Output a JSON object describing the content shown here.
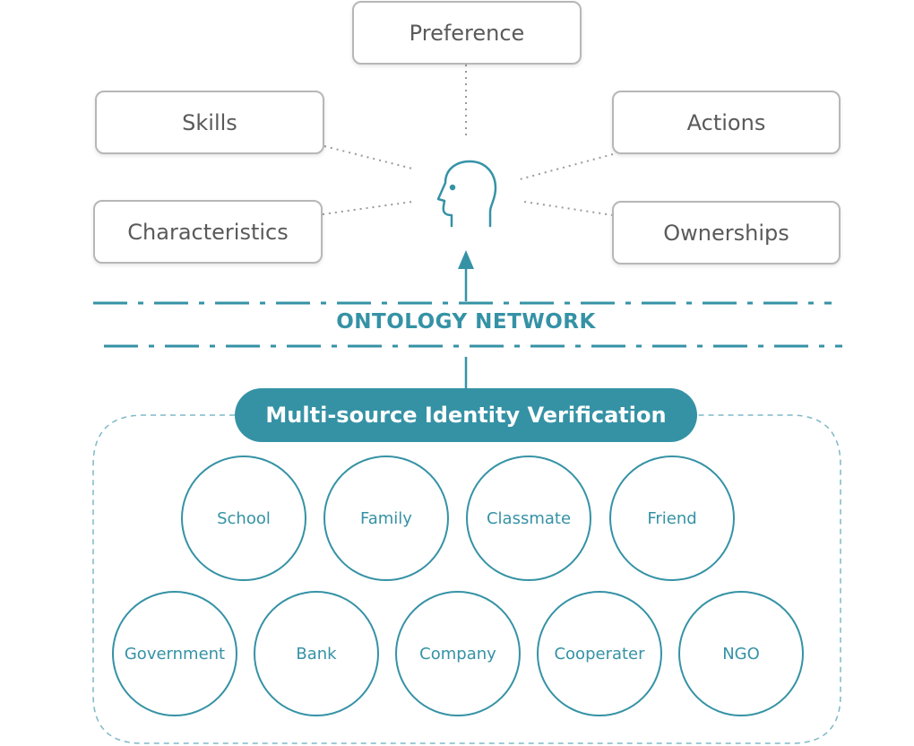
{
  "attributes": {
    "preference": "Preference",
    "skills": "Skills",
    "actions": "Actions",
    "characteristics": "Characteristics",
    "ownerships": "Ownerships"
  },
  "network_label": "ONTOLOGY NETWORK",
  "verification_title": "Multi-source Identity Verification",
  "sources_row1": [
    "School",
    "Family",
    "Classmate",
    "Friend"
  ],
  "sources_row2": [
    "Government",
    "Bank",
    "Company",
    "Cooperater",
    "NGO"
  ],
  "colors": {
    "accent": "#3592a5",
    "box_border": "#b7b7b7",
    "box_text": "#5a5a5a",
    "dotted": "#9a9a9a"
  }
}
